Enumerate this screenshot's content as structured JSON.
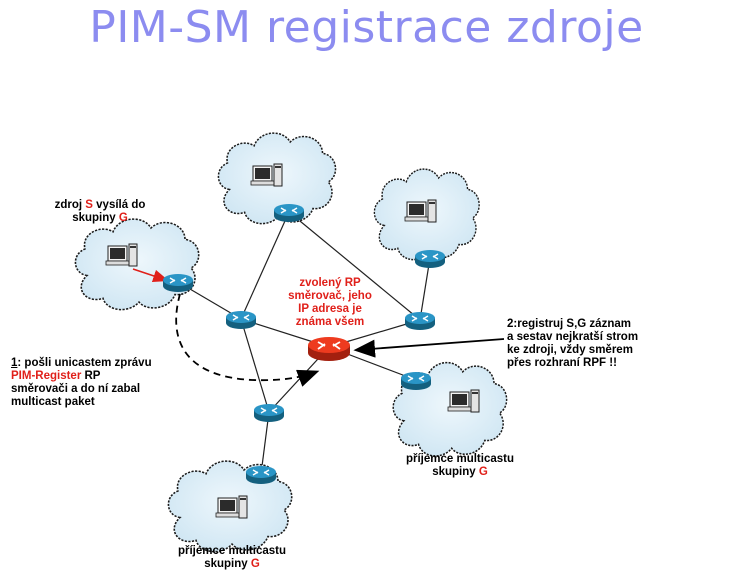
{
  "title": "PIM-SM registrace zdroje",
  "colors": {
    "title": "#8c8cf0",
    "cloud": "#d8ecf7",
    "router": "#1f86b6",
    "rp_router": "#e8341c",
    "label_red": "#e0201a"
  },
  "labels": {
    "source": {
      "pre": "zdroj ",
      "s": "S",
      "mid": " vysílá do",
      "line2_pre": "skupiny ",
      "g": "G"
    },
    "rp": {
      "l1": "zvolený RP",
      "l2": "směrovač, jeho",
      "l3": "IP adresa je",
      "l4": "známa všem"
    },
    "step1": {
      "num": "1",
      "l1_rest": ": pošli unicastem zprávu",
      "msg": "PIM-Register",
      "l2_rest": " RP",
      "l3": "směrovači a do ní zabal",
      "l4": "multicast paket"
    },
    "step2": {
      "l1": "2:registruj S,G záznam",
      "l2": "a sestav nejkratší strom",
      "l3": "ke zdroji, vždy směrem",
      "l4": "přes rozhraní RPF !!"
    },
    "receiver_right": {
      "l1": "příjemce multicastu",
      "l2_pre": "skupiny ",
      "g": "G"
    },
    "receiver_bottom": {
      "l1": "příjemce multicastu",
      "l2_pre": "skupiny ",
      "g": "G"
    }
  },
  "icons": {
    "cloud": "cloud-icon",
    "pc": "computer-icon",
    "router": "router-icon",
    "rp_router": "rp-router-icon"
  }
}
